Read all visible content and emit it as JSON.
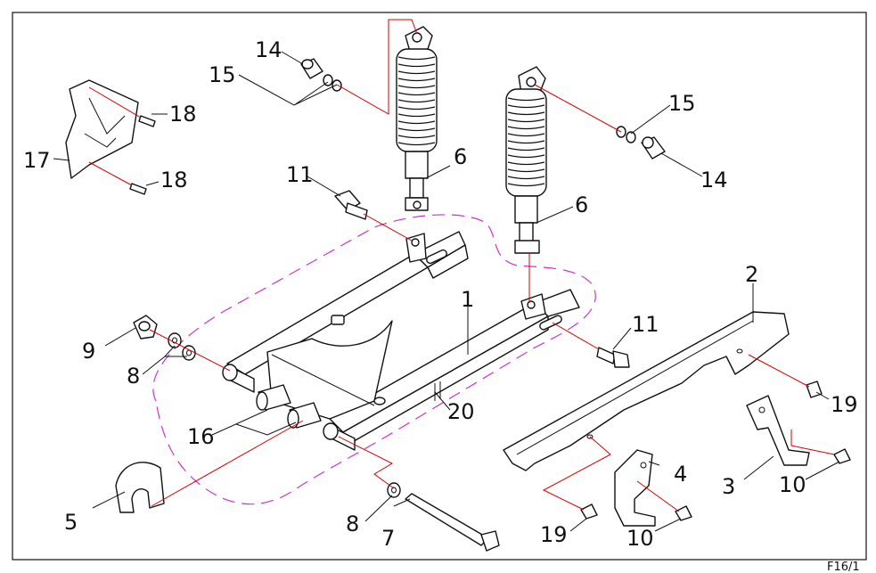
{
  "figure_ref": "F16/1",
  "callouts": {
    "c1": "1",
    "c2": "2",
    "c3": "3",
    "c4": "4",
    "c5": "5",
    "c6a": "6",
    "c6b": "6",
    "c7": "7",
    "c8a": "8",
    "c8b": "8",
    "c9": "9",
    "c10a": "10",
    "c10b": "10",
    "c11a": "11",
    "c11b": "11",
    "c14a": "14",
    "c14b": "14",
    "c15a": "15",
    "c15b": "15",
    "c16": "16",
    "c17": "17",
    "c18a": "18",
    "c18b": "18",
    "c19a": "19",
    "c19b": "19",
    "c20": "20"
  },
  "colors": {
    "line": "#111111",
    "assembly_link": "#d40000",
    "subassembly_boundary": "#cc33cc"
  }
}
